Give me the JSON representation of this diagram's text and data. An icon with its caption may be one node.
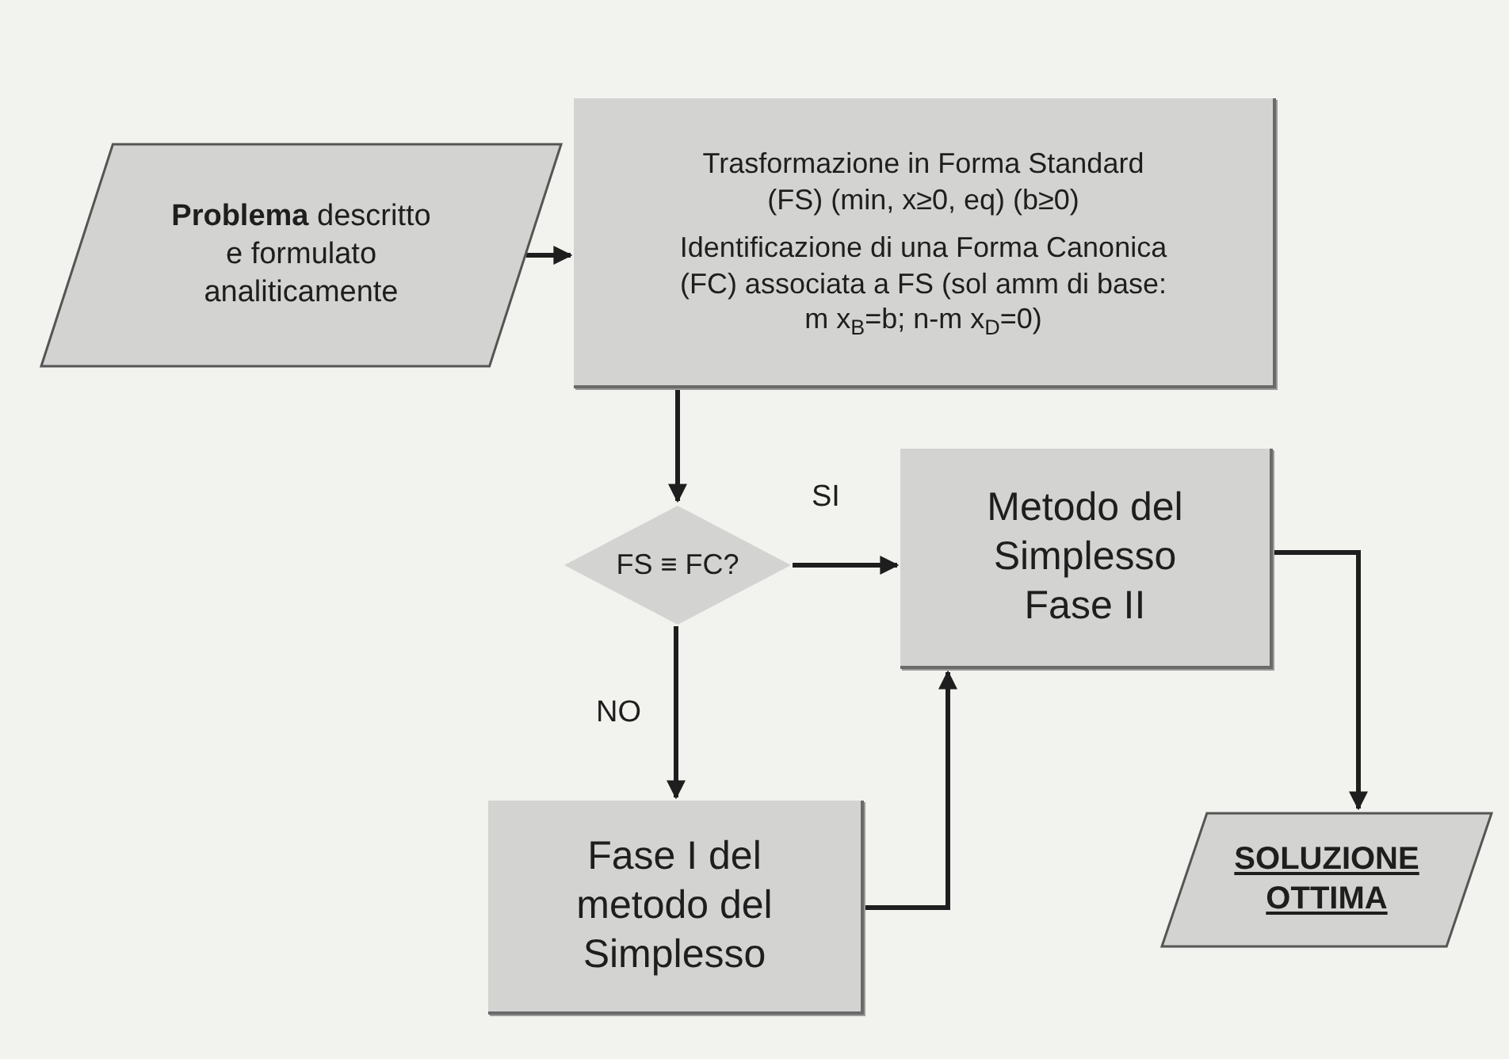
{
  "diagram": {
    "nodes": [
      {
        "text": [
          "**Problema** descritto e formulato analiticamente"
        ]
      },
      {
        "text": [
          "Trasformazione in Forma Standard (FS)  (min, x≥0, eq) (b≥0)",
          "Identificazione di una  Forma Canonica (FC) associata a FS (sol amm di base: m x$_{B}$=b; n-m x$_{D}$=0)"
        ]
      },
      {
        "text": [
          "FS ≡ FC?"
        ]
      },
      {
        "text": [
          "Metodo del Simplesso Fase II"
        ]
      },
      {
        "text": [
          "Fase I del metodo del Simplesso"
        ]
      },
      {
        "text": [
          "SOLUZIONE OTTIMA"
        ]
      }
    ],
    "edges": [
      {
        "from": 0,
        "to": 1,
        "arrow": "to"
      },
      {
        "from": 1,
        "to": 2,
        "arrow": "to"
      },
      {
        "from": 2,
        "to": 3,
        "arrow": "to",
        "label": "SI"
      },
      {
        "from": 2,
        "to": 4,
        "arrow": "to",
        "label": "NO"
      },
      {
        "from": 4,
        "to": 3,
        "arrow": "to"
      },
      {
        "from": 3,
        "to": 5,
        "arrow": "to"
      }
    ]
  }
}
